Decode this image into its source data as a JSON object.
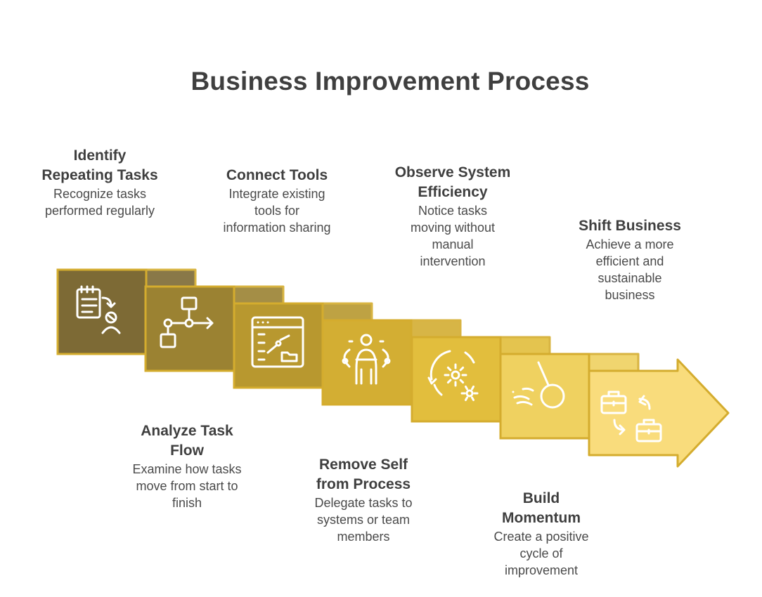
{
  "title": "Business Improvement Process",
  "steps": [
    {
      "title": "Identify Repeating Tasks",
      "title_lines": [
        "Identify",
        "Repeating Tasks"
      ],
      "desc_lines": [
        "Recognize tasks",
        "performed regularly"
      ],
      "icon": "task-list-person-icon",
      "color": "#7d6a35"
    },
    {
      "title": "Analyze Task Flow",
      "title_lines": [
        "Analyze Task",
        "Flow"
      ],
      "desc_lines": [
        "Examine how tasks",
        "move from start to",
        "finish"
      ],
      "icon": "flowchart-icon",
      "color": "#9b8232"
    },
    {
      "title": "Connect Tools",
      "title_lines": [
        "Connect Tools"
      ],
      "desc_lines": [
        "Integrate existing",
        "tools for",
        "information sharing"
      ],
      "icon": "browser-window-chart-icon",
      "color": "#b8982f"
    },
    {
      "title": "Remove Self from Process",
      "title_lines": [
        "Remove Self",
        "from Process"
      ],
      "desc_lines": [
        "Delegate tasks to",
        "systems or team",
        "members"
      ],
      "icon": "robot-person-icon",
      "color": "#d3ae33"
    },
    {
      "title": "Observe System Efficiency",
      "title_lines": [
        "Observe System",
        "Efficiency"
      ],
      "desc_lines": [
        "Notice tasks",
        "moving without",
        "manual",
        "intervention"
      ],
      "icon": "gears-cycle-icon",
      "color": "#e2be3d"
    },
    {
      "title": "Build Momentum",
      "title_lines": [
        "Build",
        "Momentum"
      ],
      "desc_lines": [
        "Create a positive",
        "cycle of",
        "improvement"
      ],
      "icon": "wrecking-ball-icon",
      "color": "#efd160"
    },
    {
      "title": "Shift Business",
      "title_lines": [
        "Shift Business"
      ],
      "desc_lines": [
        "Achieve a more",
        "efficient and",
        "sustainable",
        "business"
      ],
      "icon": "briefcase-swap-icon",
      "color": "#f9dc7c"
    }
  ]
}
